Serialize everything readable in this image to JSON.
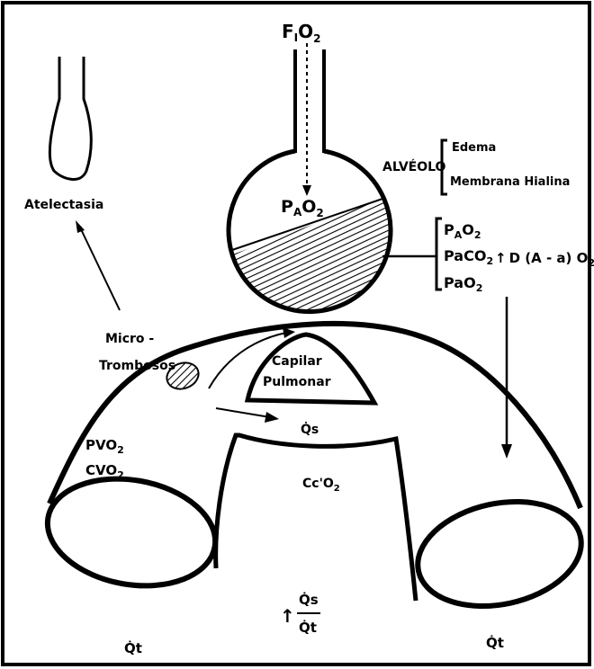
{
  "labels": {
    "fio2": {
      "main": "F",
      "sub": "I",
      "tail": "O",
      "sub2": "2"
    },
    "pao2_alveolar": {
      "main": "P",
      "sub": "A",
      "tail": "O",
      "sub2": "2"
    },
    "alveolo": "ALVÉOLO",
    "alveolo_causes": [
      "Edema",
      "Membrana Hialina"
    ],
    "gas_values": [
      {
        "main": "P",
        "sub": "A",
        "tail": "O",
        "sub2": "2"
      },
      {
        "main": "PaCO",
        "sub": "",
        "tail": "",
        "sub2": "2"
      },
      {
        "main": "PaO",
        "sub": "",
        "tail": "",
        "sub2": "2"
      }
    ],
    "gradient": {
      "arrow": "↑",
      "text": "D (A - a) O",
      "sub2": "2"
    },
    "atelectasia": "Atelectasia",
    "microtrombos": [
      "Micro -",
      "Trombosos"
    ],
    "capilar": [
      "Capilar",
      "Pulmonar"
    ],
    "qs": "Q̇s",
    "pvo2": {
      "main": "PVO",
      "sub2": "2"
    },
    "cvo2": {
      "main": "CVO",
      "sub2": "2"
    },
    "cco2": {
      "main": "Cc'O",
      "sub2": "2"
    },
    "shunt_fraction": {
      "arrow": "↑",
      "numerator": "Q̇s",
      "denominator": "Q̇t"
    },
    "qt_left": "Q̇t",
    "qt_right": "Q̇t"
  }
}
